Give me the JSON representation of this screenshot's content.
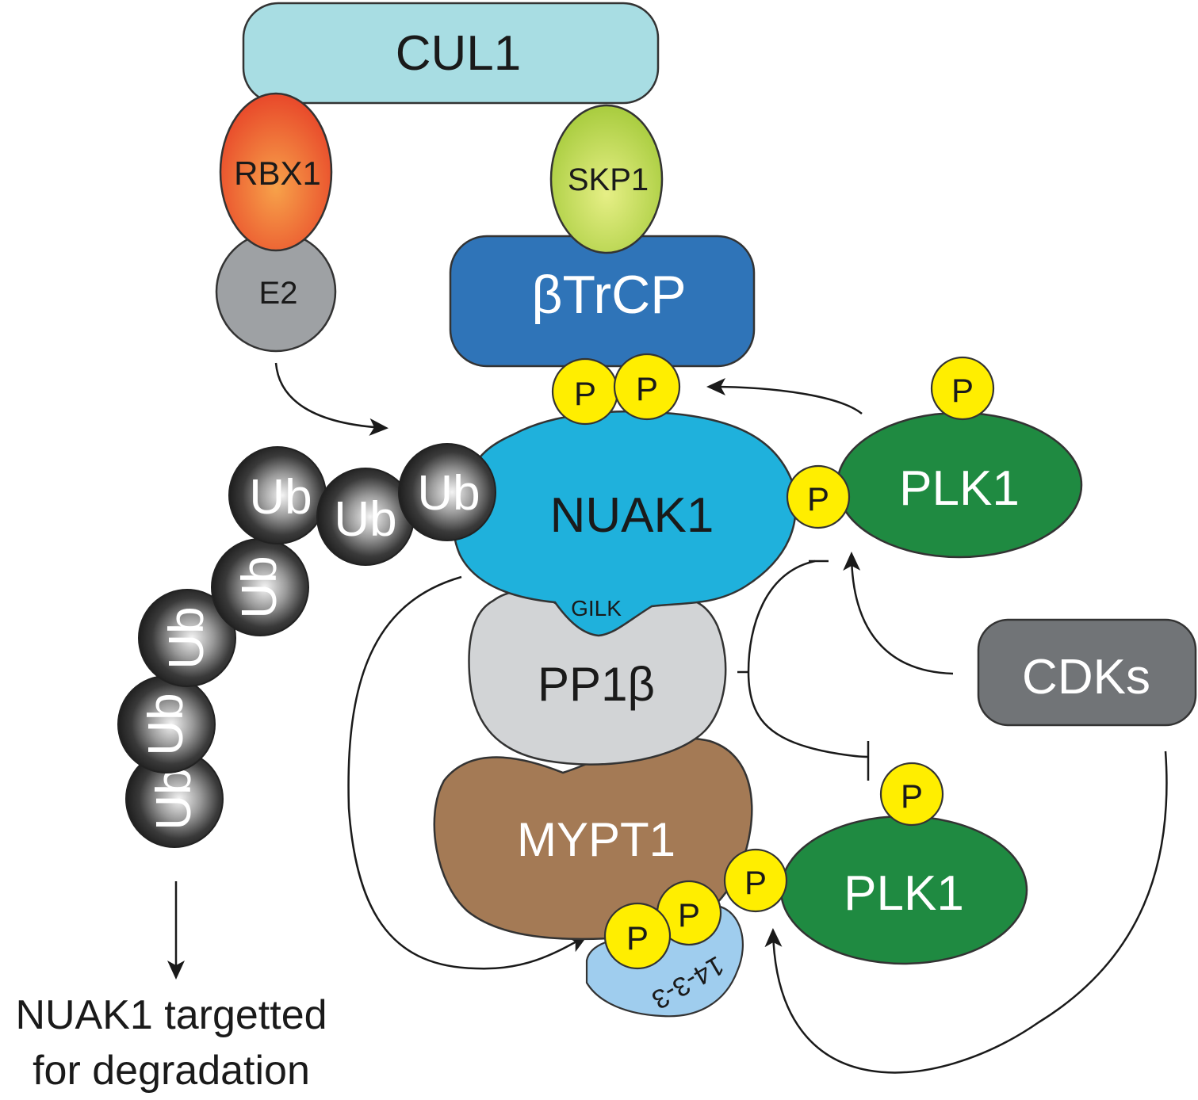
{
  "proteins": {
    "cul1": "CUL1",
    "rbx1": "RBX1",
    "skp1": "SKP1",
    "e2": "E2",
    "btrcp": "βTrCP",
    "nuak1": "NUAK1",
    "gilk": "GILK",
    "pp1b": "PP1β",
    "mypt1": "MYPT1",
    "plk1_top": "PLK1",
    "plk1_bottom": "PLK1",
    "cdks": "CDKs",
    "adapter_1433": "14-3-3"
  },
  "phospho_label": "P",
  "ubiquitin_label": "Ub",
  "outcome": {
    "line1": "NUAK1 targetted",
    "line2": "for degradation"
  },
  "colors": {
    "cul1": "#a8dde3",
    "rbx1": "#ee6a2c",
    "skp1": "#c9df55",
    "e2": "#9ea1a4",
    "btrcp": "#2f74b8",
    "nuak1": "#1fb1dc",
    "pp1b": "#d2d4d6",
    "mypt1": "#a47a55",
    "plk1": "#1f8a41",
    "cdks": "#717477",
    "phospho": "#ffee00",
    "ubiquitin": "#2a2a2a",
    "adapter_1433": "#9fcdee"
  }
}
